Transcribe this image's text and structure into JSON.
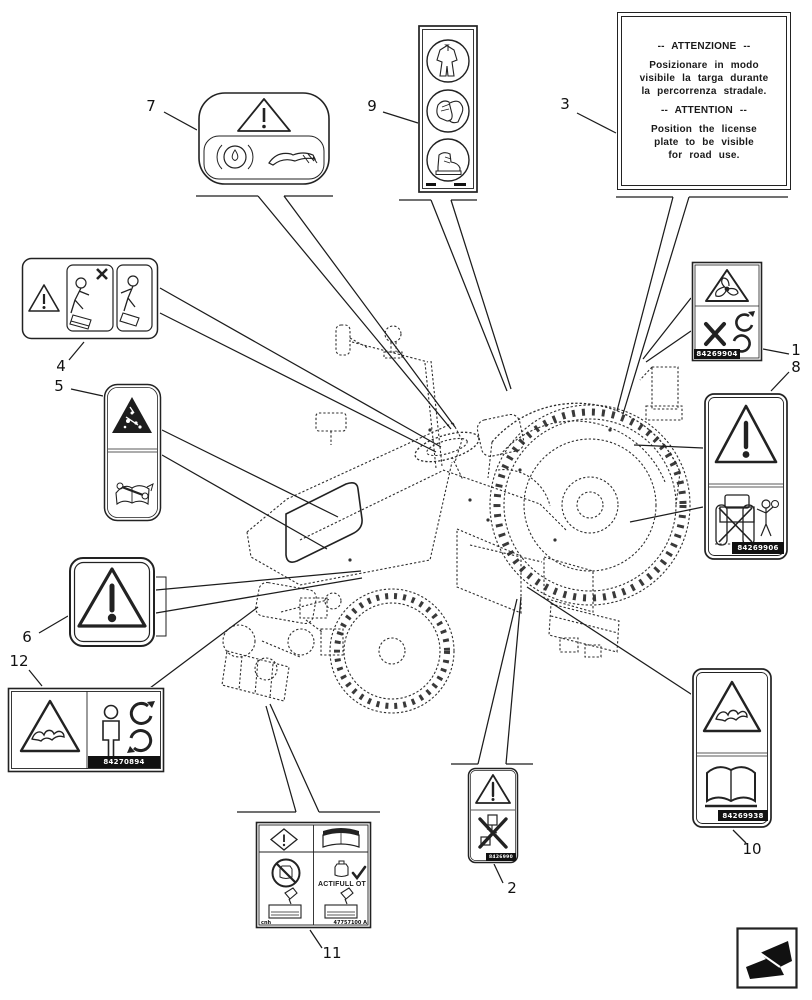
{
  "page": {
    "background": "#ffffff",
    "line_color": "#1f1f1f"
  },
  "attention": {
    "title_it": "-- ATTENZIONE --",
    "body_it": "Posizionare in modo\nvisibile la targa durante\nla percorrenza stradale.",
    "title_en": "-- ATTENTION --",
    "body_en": "Position the license\nplate to be visible\nfor road use."
  },
  "callouts": {
    "c1": "1",
    "c2": "2",
    "c3": "3",
    "c4": "4",
    "c5": "5",
    "c6": "6",
    "c7": "7",
    "c8": "8",
    "c9": "9",
    "c10": "10",
    "c11": "11",
    "c12": "12"
  },
  "decals": {
    "d1": {
      "part_number": "84269904"
    },
    "d2": {
      "part_number": "8426990"
    },
    "d8": {
      "part_number": "84269906"
    },
    "d10": {
      "part_number": "84269938"
    },
    "d12": {
      "part_number": "84270894"
    },
    "d11": {
      "product_name": "ACTIFULL OT",
      "brand_code": "cnh",
      "part_code": "47757100 A"
    }
  },
  "icons": {
    "warning_triangle": "triangle-exclamation outline",
    "coolant_droplet": "droplet in circle with arcs",
    "operator_manual": "open book with hand",
    "coveralls": "protective suit in circle",
    "gloves": "safety gloves in circle",
    "boots": "safety boot in circle",
    "mount_dismount": "figure on steps, wrong way crossed",
    "battery_explosion": "filled triangle with burst",
    "book_wrench": "open book with wrench",
    "entanglement": "hand caught in gears triangle",
    "stand_clear": "person with rotating arrows",
    "fan_blade": "fan in triangle",
    "no_touch_rotating": "X with curled arrows",
    "rollover_rear": "rear tractor view with bystander",
    "open_book": "bold open book",
    "crush_implement": "implement crossed out",
    "safety_diamond": "diamond with exclamation",
    "no_coolant": "jug in prohibition circle",
    "approved_coolant": "jug with check mark",
    "pouring": "jug pouring into reservoir",
    "corner_arrow": "solid page-corner arrow"
  }
}
